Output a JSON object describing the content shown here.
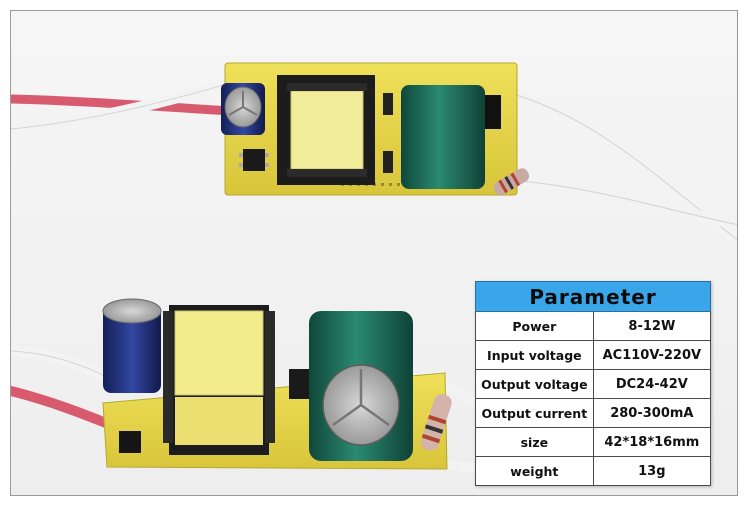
{
  "table": {
    "header": "Parameter",
    "rows": [
      {
        "key": "Power",
        "value": "8-12W"
      },
      {
        "key": "Input voltage",
        "value": "AC110V-220V"
      },
      {
        "key": "Output voltage",
        "value": "DC24-42V"
      },
      {
        "key": "Output current",
        "value": "280-300mA"
      },
      {
        "key": "size",
        "value": "42*18*16mm"
      },
      {
        "key": "weight",
        "value": "13g"
      }
    ]
  },
  "colors": {
    "header_bg": "#3aa6ea",
    "pcb_yellow": "#e8d94a",
    "capacitor_green": "#1e6b57",
    "capacitor_blue": "#273a8c",
    "wire_red": "#d85a6e",
    "wire_white": "#f2f2f2"
  }
}
